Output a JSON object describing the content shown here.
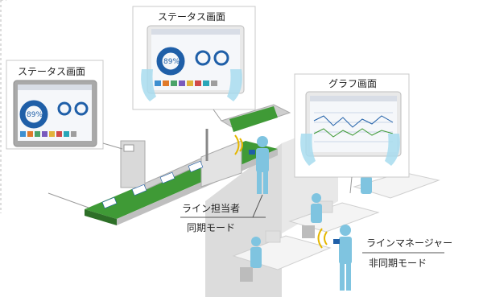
{
  "callouts": {
    "left_title": "ステータス画面",
    "center_title": "ステータス画面",
    "right_title": "グラフ画面"
  },
  "screens": {
    "left_percent": "89%",
    "center_percent": "89%"
  },
  "people": {
    "operator_role": "ライン担当者",
    "operator_mode": "同期モード",
    "manager_role": "ラインマネージャー",
    "manager_mode": "非同期モード"
  },
  "colors": {
    "conveyor_green": "#3f9a36",
    "person_blue": "#7fc4e0",
    "ring_blue": "#1f5fa8",
    "wifi_yellow": "#e5b700",
    "wall_gray": "#dcdcdc"
  }
}
